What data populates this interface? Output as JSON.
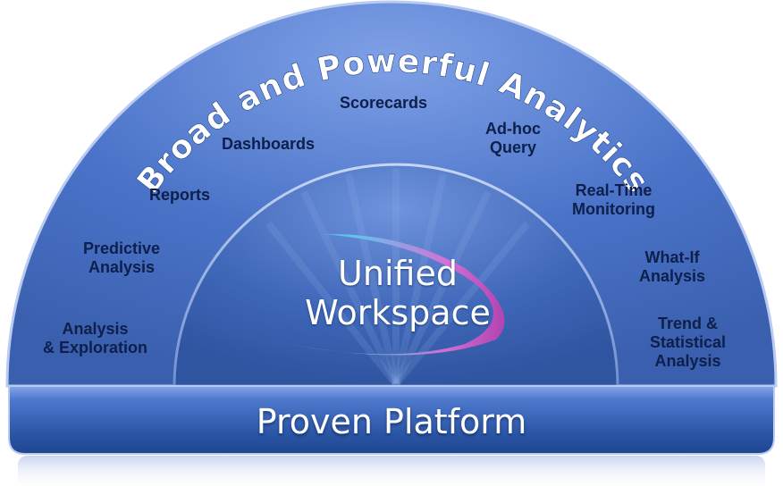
{
  "arc_title": "Broad and Powerful Analytics",
  "center_title": {
    "line1": "Unified",
    "line2": "Workspace"
  },
  "platform_label": "Proven Platform",
  "capabilities": {
    "analysis_exploration": {
      "line1": "Analysis",
      "line2": "& Exploration"
    },
    "predictive_analysis": {
      "line1": "Predictive",
      "line2": "Analysis"
    },
    "reports": "Reports",
    "dashboards": "Dashboards",
    "scorecards": "Scorecards",
    "adhoc_query": {
      "line1": "Ad-hoc",
      "line2": "Query"
    },
    "realtime_monitoring": {
      "line1": "Real-Time",
      "line2": "Monitoring"
    },
    "whatif_analysis": {
      "line1": "What-If",
      "line2": "Analysis"
    },
    "trend_statistical": {
      "line1": "Trend &",
      "line2": "Statistical",
      "line3": "Analysis"
    }
  },
  "colors": {
    "outer_arc": "#4a73c8",
    "inner_dome": "#3b62b3",
    "platform_bar": "#2f5aa8",
    "label_text": "#0d1f4a",
    "swoosh": "#d84fc0"
  }
}
